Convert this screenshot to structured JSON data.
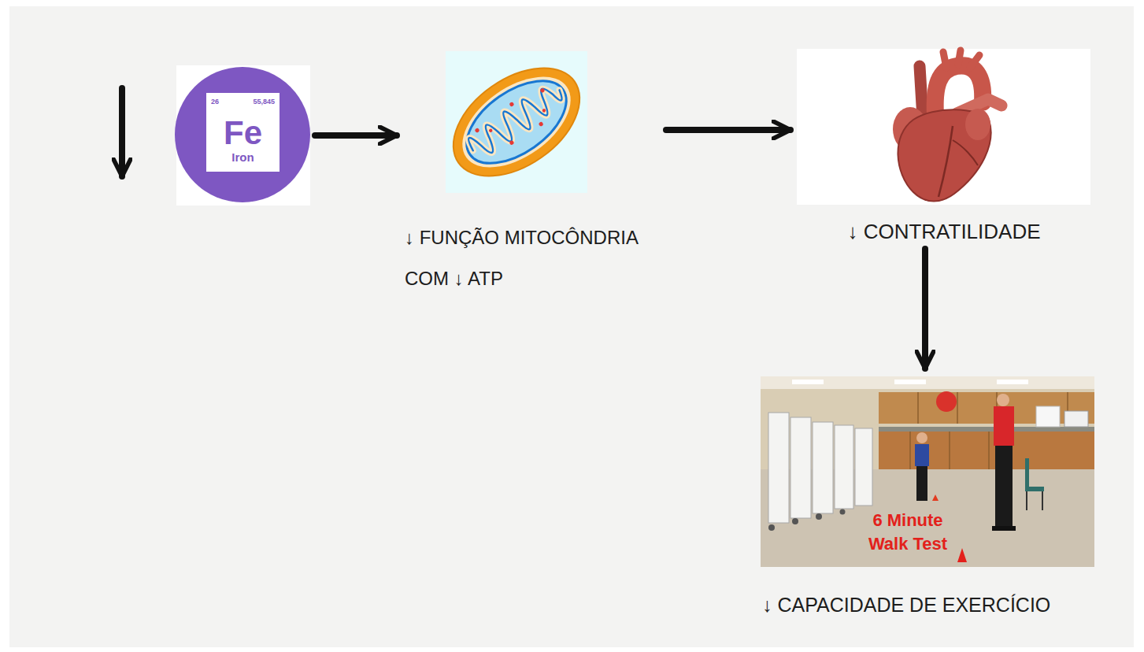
{
  "diagram": {
    "nodes": [
      {
        "text": [
          "26",
          "55,845",
          "Fe",
          "Iron"
        ]
      },
      {
        "text": [
          "↓ FUNÇÃO MITOCÔNDRIA COM ↓ ATP"
        ]
      },
      {
        "text": [
          "↓ CONTRATILIDADE"
        ]
      },
      {
        "text": [
          "6 Minute Walk Test",
          "↓ CAPACIDADE DE EXERCÍCIO"
        ]
      }
    ],
    "edges": [
      {
        "from": 0,
        "to": 1,
        "arrow": "to"
      },
      {
        "from": 1,
        "to": 2,
        "arrow": "to"
      },
      {
        "from": 2,
        "to": 3,
        "arrow": "to"
      }
    ]
  }
}
